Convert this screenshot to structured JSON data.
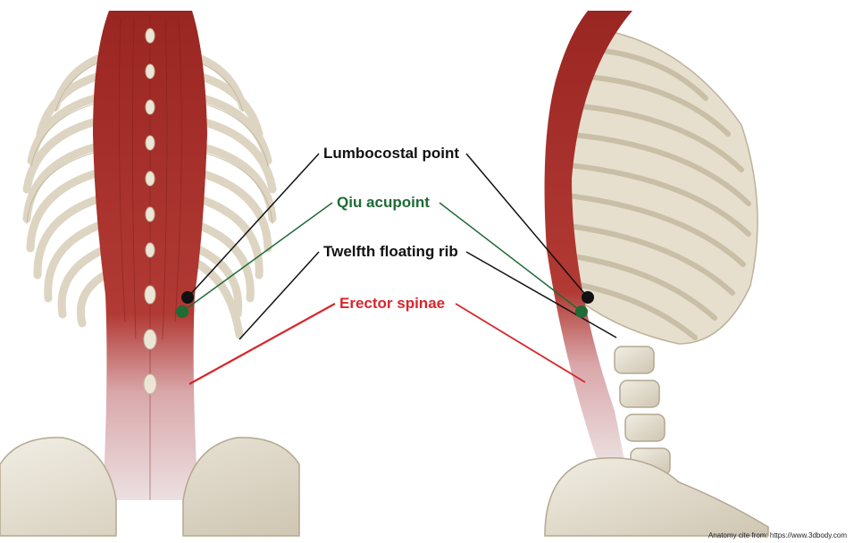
{
  "labels": {
    "lumbocostal_point": "Lumbocostal point",
    "qiu_acupoint": "Qiu acupoint",
    "twelfth_floating_rib": "Twelfth floating rib",
    "erector_spinae": "Erector spinae"
  },
  "credit": "Anatomy cite from: https://www.3dbody.com",
  "colors": {
    "lumbocostal": "#111111",
    "qiu": "#1e6b35",
    "twelfth": "#111111",
    "erector": "#d8262c",
    "muscle": "#a42b28",
    "bone": "#e8e2d2"
  }
}
